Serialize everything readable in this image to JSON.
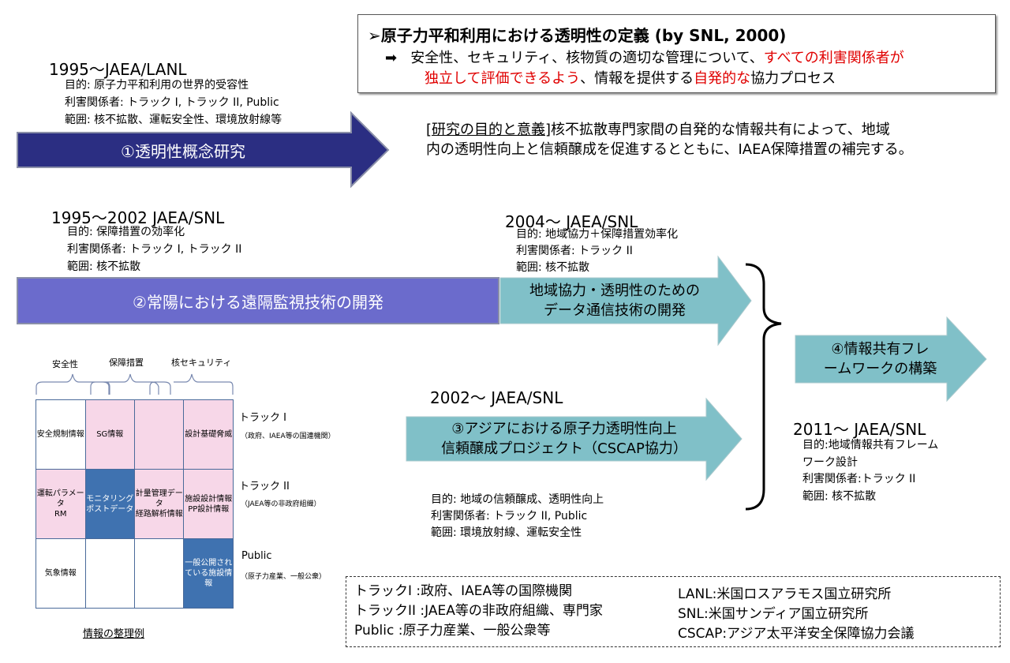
{
  "definition": {
    "title": "原子力平和利用における透明性の定義 (by SNL, 2000)",
    "line1_a": "安全性、セキュリティ、核物質の適切な管理について、",
    "line1_red": "すべての利害関係者が",
    "line2_red": "独立して評価できるよう",
    "line2_b": "、情報を提供する",
    "line2_red2": "自発的な",
    "line2_c": "協力プロセス"
  },
  "purpose": {
    "label": "[研究の目的と意義]",
    "line1": "核不拡散専門家間の自発的な情報共有によって、地域",
    "line2": "内の透明性向上と信頼醸成を促進するとともに、IAEA保障措置の補完する。"
  },
  "p1": {
    "header": "1995～JAEA/LANL",
    "lines": [
      "目的:  原子力平和利用の世界的受容性",
      "利害関係者: トラック I, トラック II, Public",
      "範囲: 核不拡散、運転安全性、環境放射線等"
    ],
    "arrow": "①透明性概念研究"
  },
  "p2": {
    "header": "1995～2002 JAEA/SNL",
    "lines": [
      "目的:  保障措置の効率化",
      "利害関係者:  トラック I, トラック II",
      "範囲:  核不拡散"
    ],
    "arrow": "②常陽における遠隔監視技術の開発"
  },
  "p2b": {
    "header": "2004～ JAEA/SNL",
    "lines": [
      "目的:  地域協力＋保障措置効率化",
      "利害関係者:  トラック II",
      "範囲:  核不拡散"
    ],
    "arrow": [
      "地域協力・透明性のための",
      "データ通信技術の開発"
    ]
  },
  "p3": {
    "header": "2002～   JAEA/SNL",
    "lines": [
      "目的:  地域の信頼醸成、透明性向上",
      "利害関係者:  トラック II, Public",
      "範囲:  環境放射線、運転安全性"
    ],
    "arrow": [
      "③アジアにおける原子力透明性向上",
      "信頼醸成プロジェクト（CSCAP協力）"
    ]
  },
  "p4": {
    "header": "2011～ JAEA/SNL",
    "lines": [
      "目的:地域情報共有フレーム",
      "ワーク設計",
      "利害関係者:トラック II",
      "範囲:  核不拡散"
    ],
    "arrow": [
      "④情報共有フレ",
      "ームワークの構築"
    ]
  },
  "grid": {
    "top_labels": [
      "安全性",
      "保障措置",
      "核セキュリティ"
    ],
    "rows": [
      {
        "label": "トラック I",
        "sub": "（政府、IAEA等の国連機関）",
        "cells": [
          "安全規制情報",
          "SG情報",
          "",
          "設計基礎脅威"
        ]
      },
      {
        "label": "トラック II",
        "sub": "（JAEA等の非政府組織）",
        "cells": [
          "運転パラメータ\nRM",
          "モニタリングポストデータ",
          "計量管理データ\n経路解析情報",
          "施設設計情報\nPP設計情報"
        ]
      },
      {
        "label": "Public",
        "sub": "（原子力産業、一般公衆）",
        "cells": [
          "気象情報",
          "",
          "",
          "一般公開されている施設情報"
        ]
      }
    ],
    "caption": "情報の整理例"
  },
  "legend": {
    "left": [
      "トラックI :政府、IAEA等の国際機関",
      "トラックII :JAEA等の非政府組織、専門家",
      "Public :原子力産業、一般公衆等"
    ],
    "right": [
      "LANL:米国ロスアラモス国立研究所",
      "SNL:米国サンディア国立研究所",
      "CSCAP:アジア太平洋安全保障協力会議"
    ]
  },
  "colors": {
    "arrow1": "#2b2e82",
    "arrow2": "#6b6bcc",
    "teal": "#80c0c8",
    "pink": "#f7d7e8",
    "blue": "#3f72b0",
    "red": "#e00000"
  }
}
